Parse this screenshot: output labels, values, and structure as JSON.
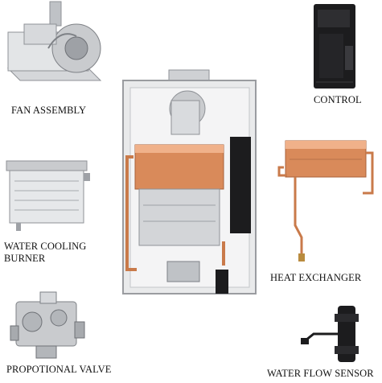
{
  "labels": {
    "fan_assembly": "FAN ASSEMBLY",
    "control": "CONTROL",
    "water_cooling_burner_line1": "WATER COOLING",
    "water_cooling_burner_line2": "BURNER",
    "heat_exchanger": "HEAT EXCHANGER",
    "propotional_valve": "PROPOTIONAL VALVE",
    "water_flow_sensor": "WATER FLOW SENSOR"
  },
  "colors": {
    "copper": "#d98a5a",
    "copper_light": "#f0b18a",
    "steel": "#c9cbce",
    "steel_dark": "#8f9297",
    "black_part": "#1c1c1e"
  },
  "icons": {
    "fan_assembly": "fan-assembly-illustration",
    "control": "control-module-illustration",
    "water_cooling_burner": "burner-illustration",
    "heat_exchanger": "heat-exchanger-illustration",
    "propotional_valve": "valve-illustration",
    "water_flow_sensor": "flow-sensor-illustration",
    "water_heater": "water-heater-cutaway-illustration"
  }
}
